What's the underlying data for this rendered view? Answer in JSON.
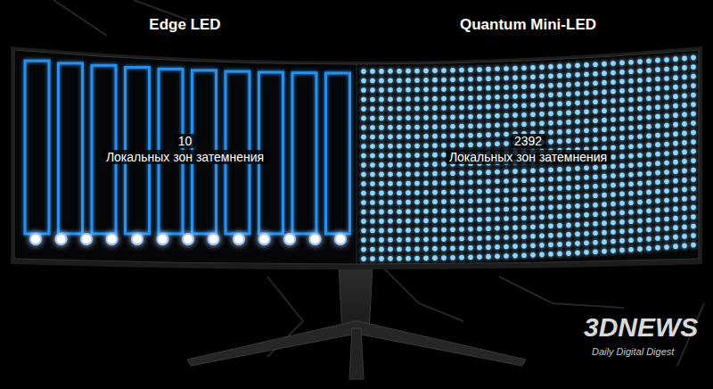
{
  "diagram": {
    "nodes": [
      {
        "text": [
          "Edge LED",
          "10",
          "Локальных зон затемнения"
        ]
      },
      {
        "text": [
          "Quantum Mini-LED",
          "2392",
          "Локальных зон затемнения"
        ]
      }
    ],
    "labels": [
      "3DNEWS",
      "Daily Digital Digest"
    ]
  }
}
